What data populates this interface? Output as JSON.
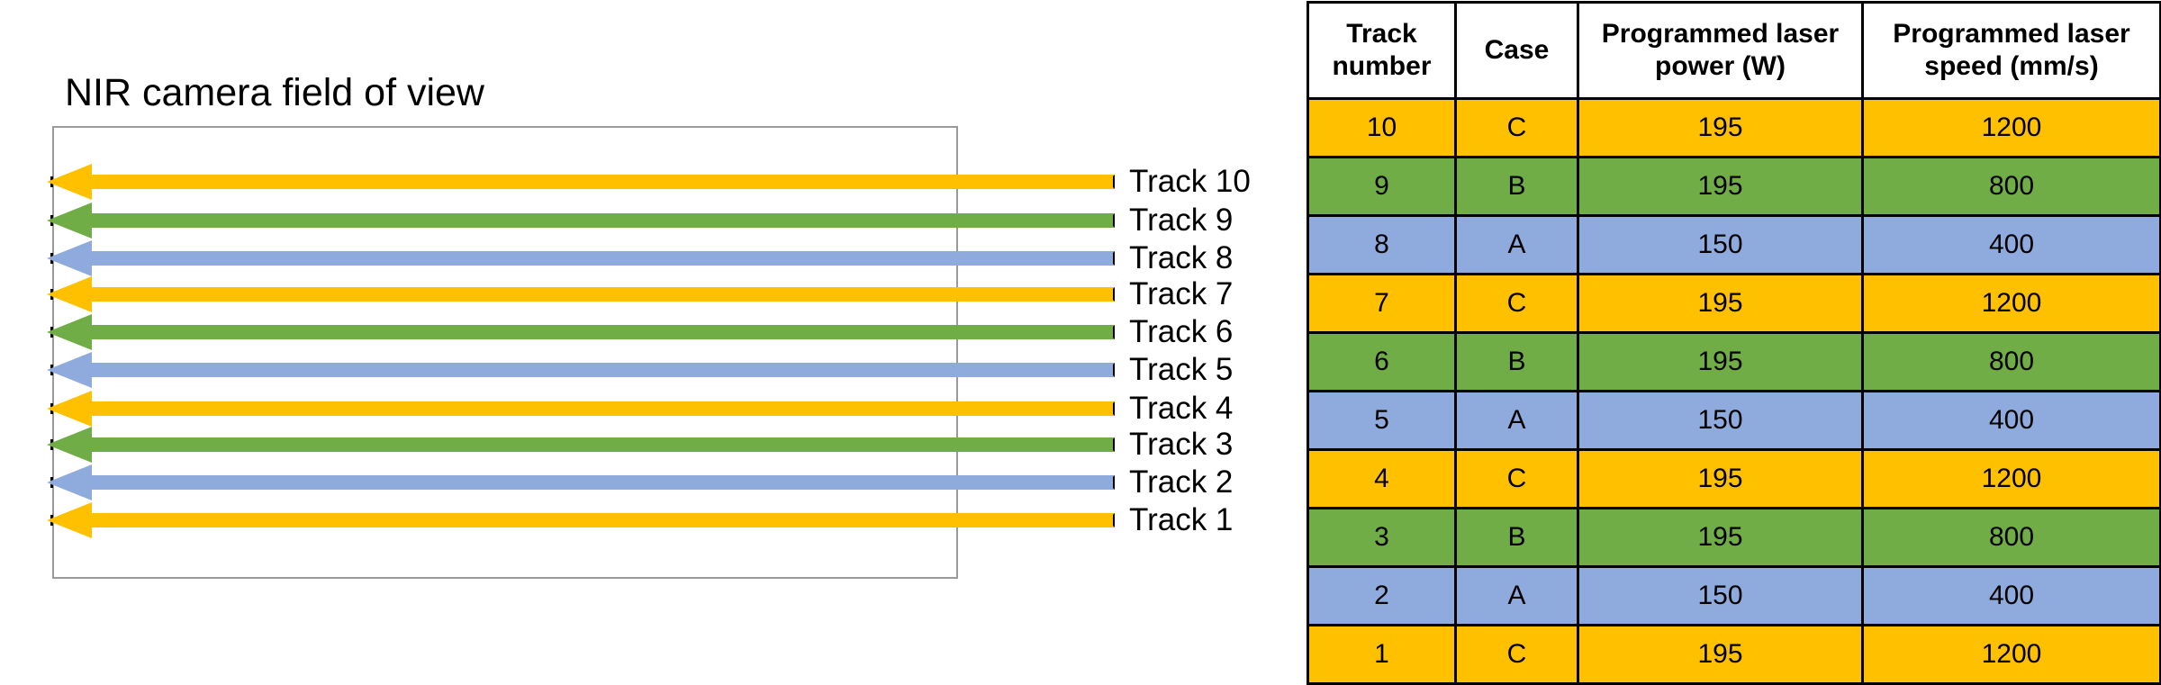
{
  "colors": {
    "C": "#ffc000",
    "B": "#70ad47",
    "A": "#8faadc",
    "frame": "#9a9a9a"
  },
  "diagram": {
    "title": "NIR camera field of view",
    "tracks": [
      {
        "label": "Track 10",
        "case": "C"
      },
      {
        "label": "Track 9",
        "case": "B"
      },
      {
        "label": "Track 8",
        "case": "A"
      },
      {
        "label": "Track 7",
        "case": "C"
      },
      {
        "label": "Track 6",
        "case": "B"
      },
      {
        "label": "Track 5",
        "case": "A"
      },
      {
        "label": "Track 4",
        "case": "C"
      },
      {
        "label": "Track 3",
        "case": "B"
      },
      {
        "label": "Track 2",
        "case": "A"
      },
      {
        "label": "Track 1",
        "case": "C"
      }
    ]
  },
  "table": {
    "headers": {
      "track_number": "Track number",
      "case": "Case",
      "power": "Programmed laser power (W)",
      "speed": "Programmed laser speed (mm/s)"
    },
    "rows": [
      {
        "track": "10",
        "case": "C",
        "power": "195",
        "speed": "1200"
      },
      {
        "track": "9",
        "case": "B",
        "power": "195",
        "speed": "800"
      },
      {
        "track": "8",
        "case": "A",
        "power": "150",
        "speed": "400"
      },
      {
        "track": "7",
        "case": "C",
        "power": "195",
        "speed": "1200"
      },
      {
        "track": "6",
        "case": "B",
        "power": "195",
        "speed": "800"
      },
      {
        "track": "5",
        "case": "A",
        "power": "150",
        "speed": "400"
      },
      {
        "track": "4",
        "case": "C",
        "power": "195",
        "speed": "1200"
      },
      {
        "track": "3",
        "case": "B",
        "power": "195",
        "speed": "800"
      },
      {
        "track": "2",
        "case": "A",
        "power": "150",
        "speed": "400"
      },
      {
        "track": "1",
        "case": "C",
        "power": "195",
        "speed": "1200"
      }
    ]
  }
}
